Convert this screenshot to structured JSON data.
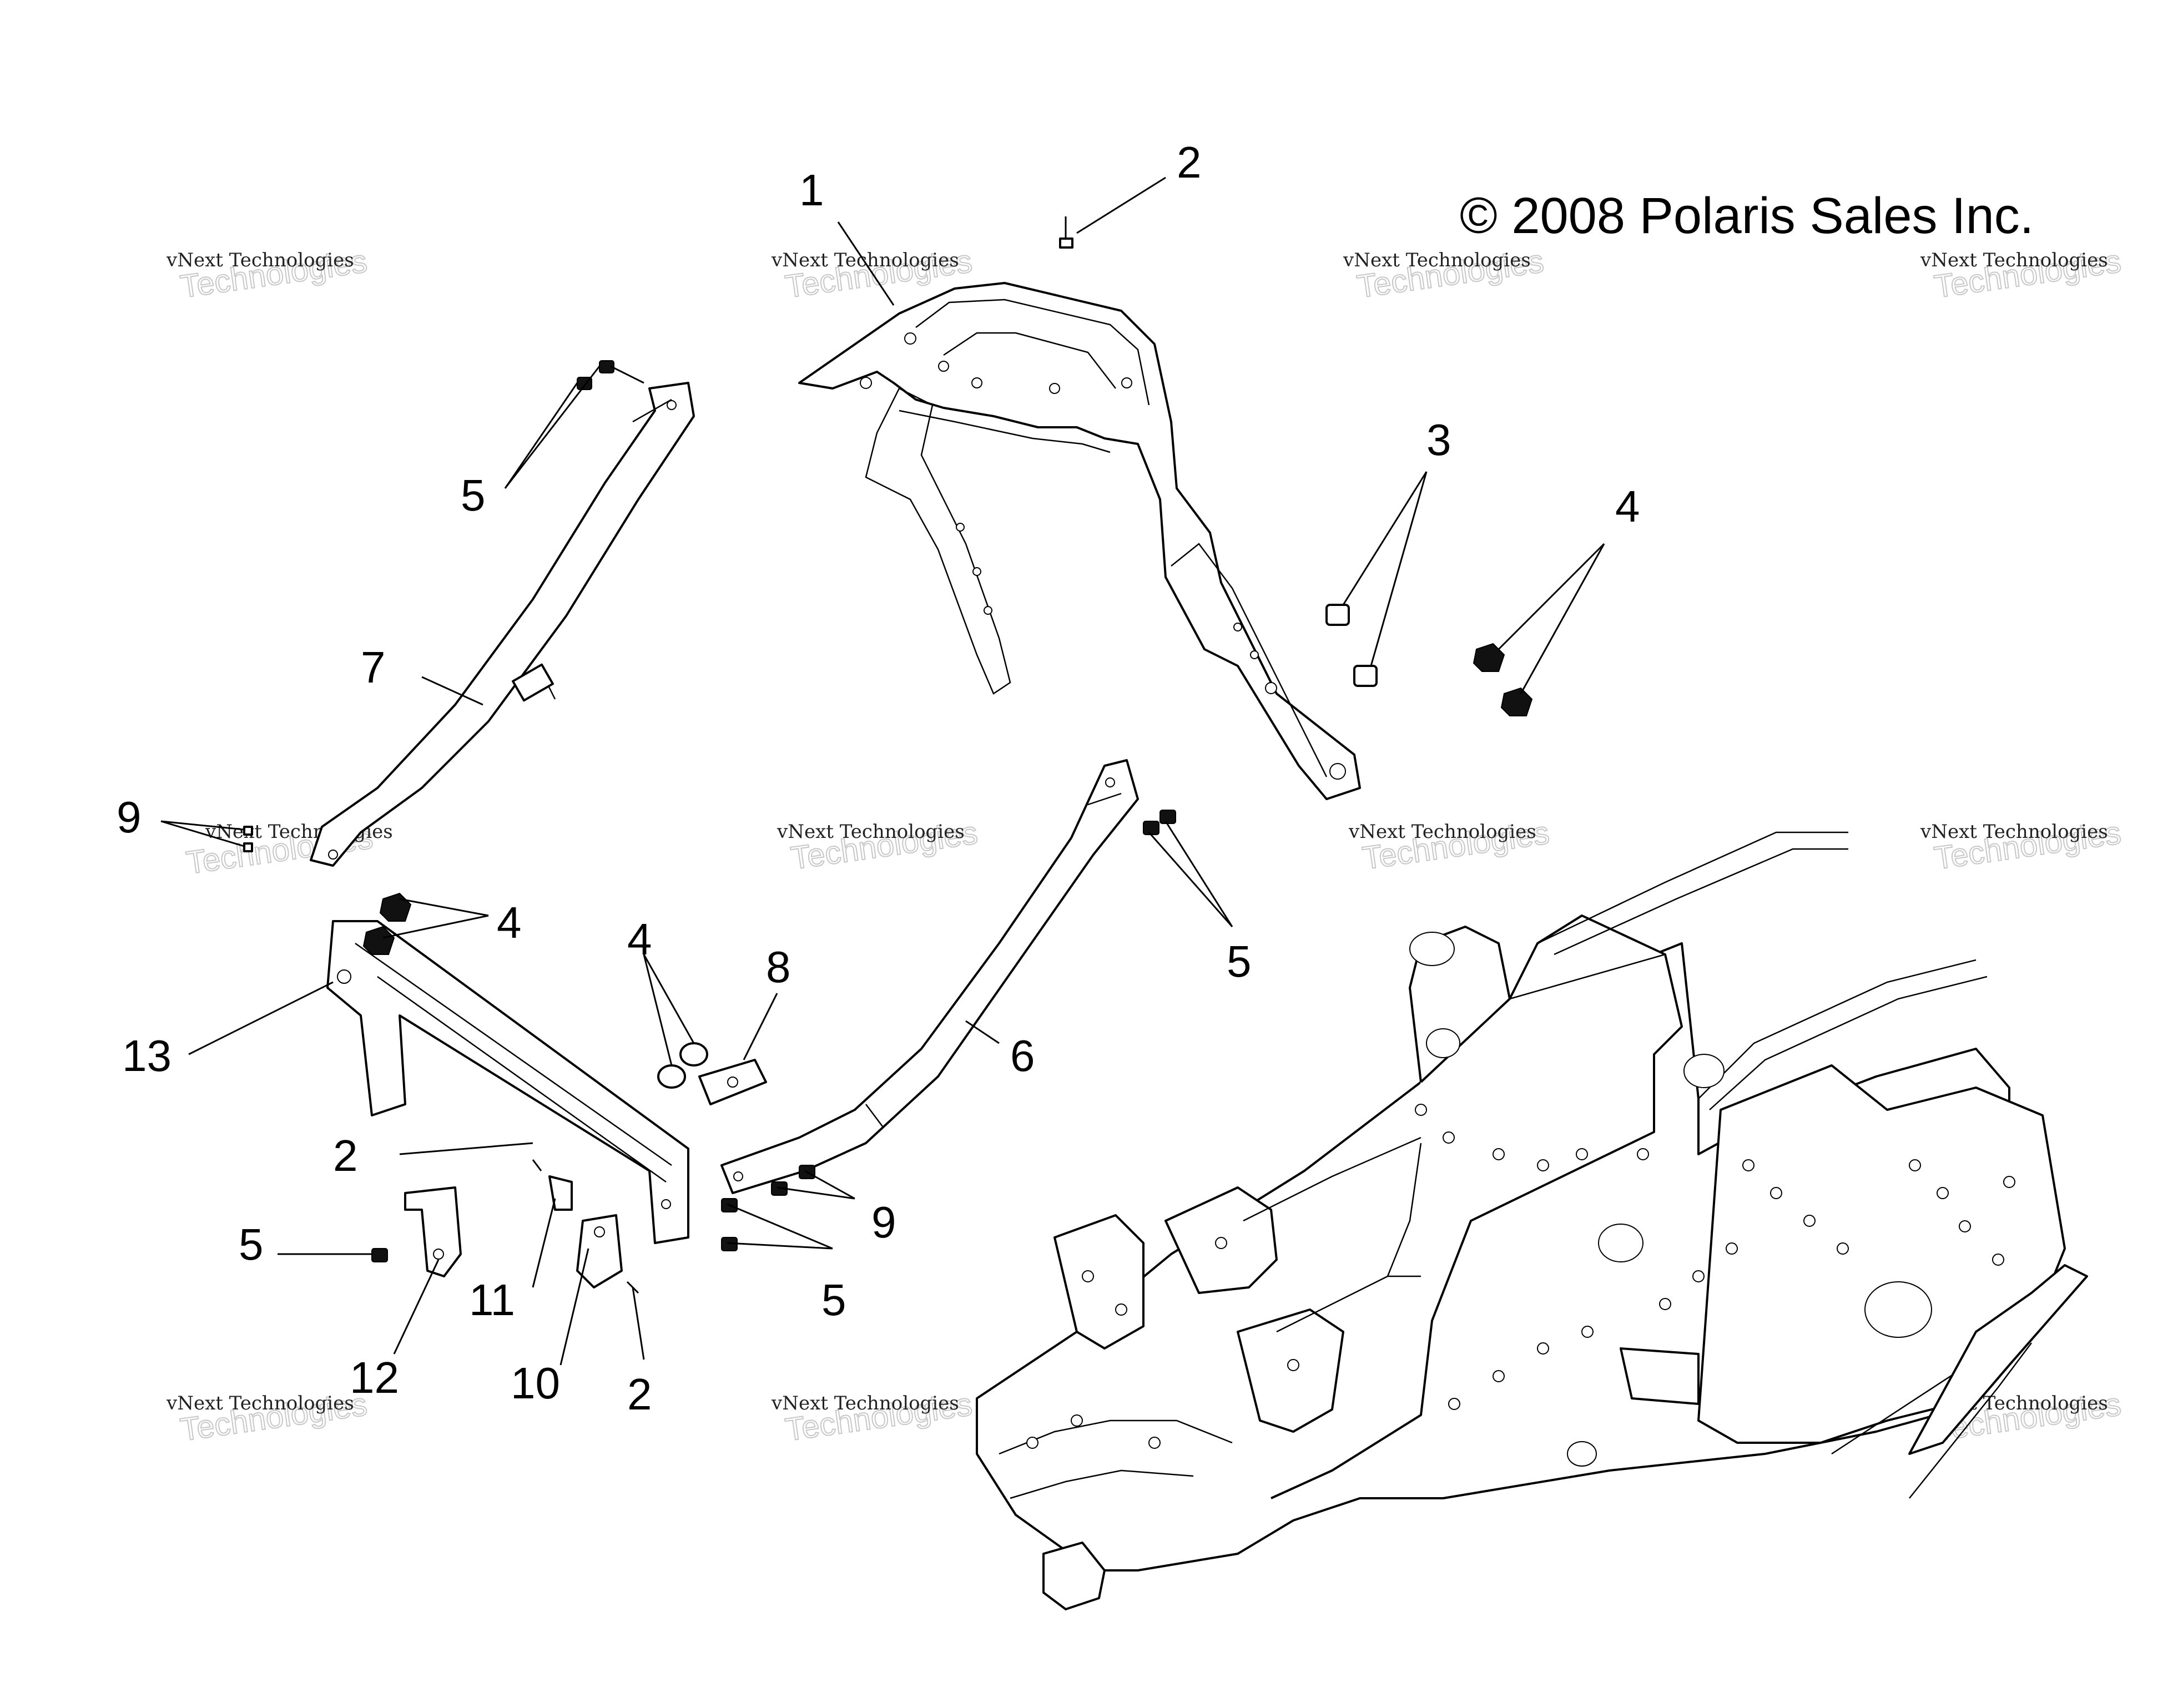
{
  "diagram": {
    "copyright": "© 2008 Polaris Sales Inc.",
    "watermark": {
      "line1": "vNext Technologies",
      "line2": "Technologies"
    },
    "callouts": {
      "c1": "1",
      "c2_top": "2",
      "c3": "3",
      "c4_right": "4",
      "c5_top": "5",
      "c7": "7",
      "c9_left": "9",
      "c4_left": "4",
      "c4_mid": "4",
      "c8": "8",
      "c6": "6",
      "c5_right": "5",
      "c13": "13",
      "c2_left": "2",
      "c9_mid": "9",
      "c5_left": "5",
      "c11": "11",
      "c5_mid": "5",
      "c12": "12",
      "c10": "10",
      "c2_bottom": "2"
    }
  }
}
